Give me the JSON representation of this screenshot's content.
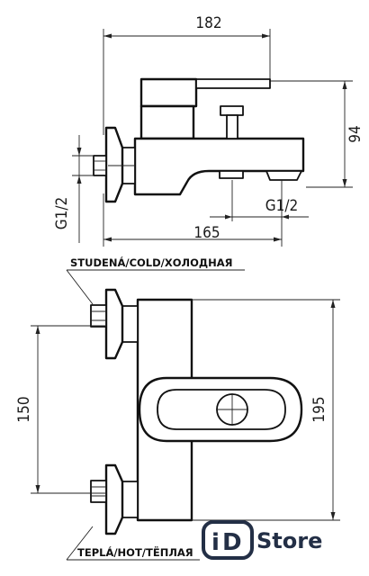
{
  "dimensions": {
    "overall_width": "182",
    "height": "94",
    "thread_inlet": "G1/2",
    "thread_outlet": "G1/2",
    "inlet_to_outlet": "165",
    "inlet_spacing": "150",
    "body_height": "195"
  },
  "labels": {
    "cold": "STUDENÁ/COLD/ХОЛОДНАЯ",
    "hot": "TEPLÁ/HOT/ТЁПЛАЯ"
  },
  "watermark": {
    "brand_i": "i",
    "brand_d": "D",
    "store": "Store"
  },
  "colors": {
    "line": "#111111",
    "logo": "#232f46"
  }
}
